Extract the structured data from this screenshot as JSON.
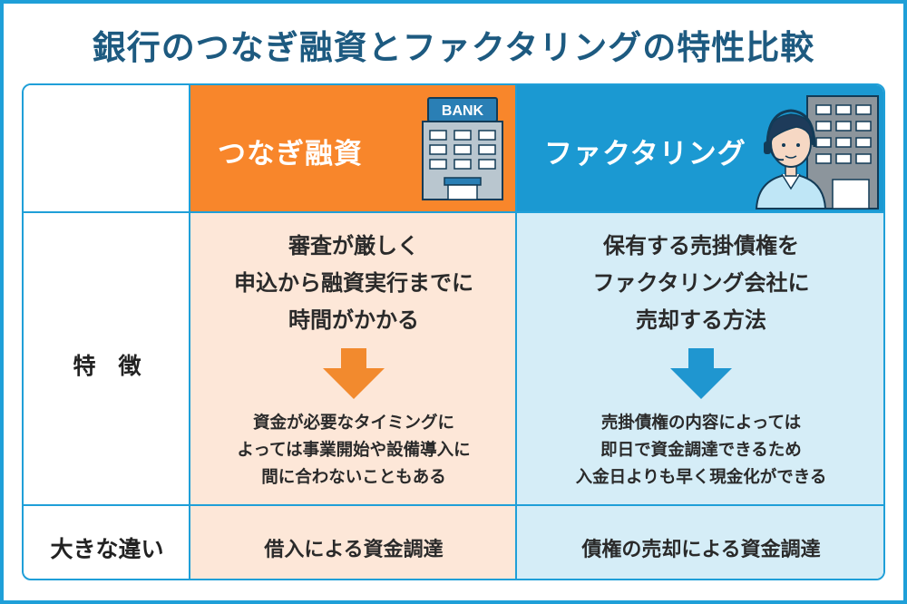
{
  "title": "銀行のつなぎ融資とファクタリングの特性比較",
  "columns": {
    "loan": {
      "header": "つなぎ融資",
      "bank_sign": "BANK"
    },
    "factoring": {
      "header": "ファクタリング"
    }
  },
  "rows": {
    "features": {
      "label": "特　徴",
      "loan_main": [
        "審査が厳しく",
        "申込から融資実行までに",
        "時間がかかる"
      ],
      "loan_sub": [
        "資金が必要なタイミングに",
        "よっては事業開始や設備導入に",
        "間に合わないこともある"
      ],
      "factoring_main": [
        "保有する売掛債権を",
        "ファクタリング会社に",
        "売却する方法"
      ],
      "factoring_sub": [
        "売掛債権の内容によっては",
        "即日で資金調達できるため",
        "入金日よりも早く現金化ができる"
      ]
    },
    "difference": {
      "label": "大きな違い",
      "loan": "借入による資金調達",
      "factoring": "債権の売却による資金調達"
    }
  },
  "colors": {
    "border": "#1f9fd8",
    "title": "#1d5a80",
    "loan_header": "#f8862b",
    "loan_body": "#fde7d8",
    "loan_arrow": "#f28a2e",
    "factoring_header": "#1b99d2",
    "factoring_body": "#d5edf7",
    "factoring_arrow": "#1f96d0"
  },
  "icons": {
    "loan": "bank-building-icon",
    "factoring": "operator-with-building-icon"
  }
}
